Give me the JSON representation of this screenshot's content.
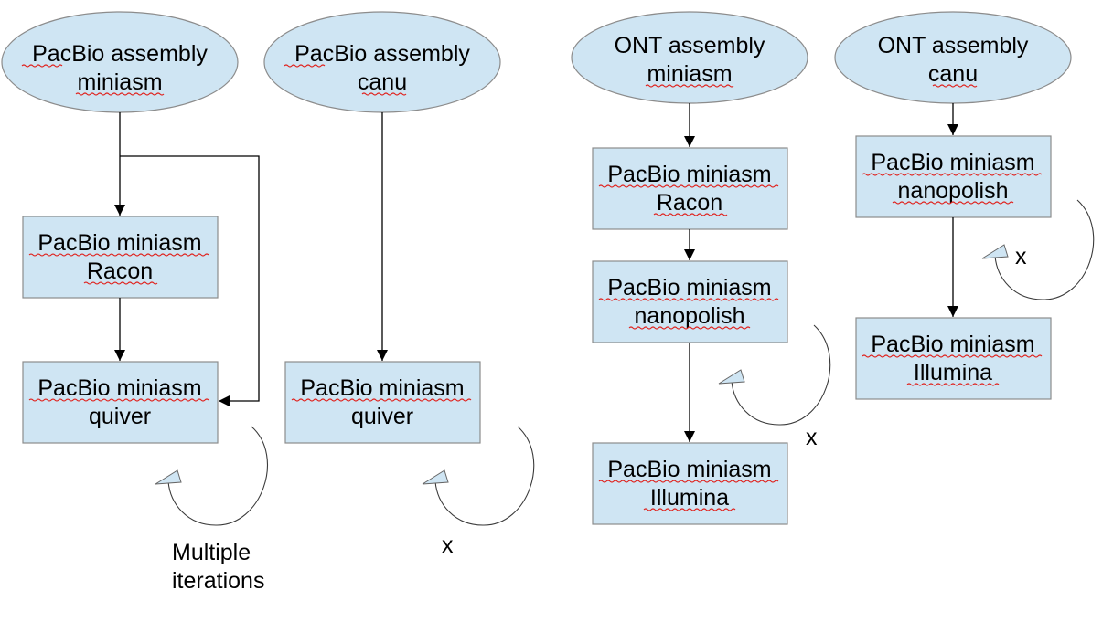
{
  "colors": {
    "node_fill": "#cfe5f3",
    "node_stroke": "#8c8c8c",
    "edge": "#000000",
    "loop_head_fill": "#cfe5f3",
    "spellcheck": "#e0201b"
  },
  "nodes": {
    "pb_mini": {
      "line1": "PacBio assembly",
      "line2": "miniasm"
    },
    "pb_canu": {
      "line1": "PacBio assembly",
      "line2": "canu"
    },
    "ont_mini": {
      "line1": "ONT assembly",
      "line2": "miniasm"
    },
    "ont_canu": {
      "line1": "ONT assembly",
      "line2": "canu"
    },
    "c1_racon": {
      "line1": "PacBio miniasm",
      "line2": "Racon"
    },
    "c1_quiver": {
      "line1": "PacBio miniasm",
      "line2": "quiver"
    },
    "c2_quiver": {
      "line1": "PacBio miniasm",
      "line2": "quiver"
    },
    "c3_racon": {
      "line1": "PacBio miniasm",
      "line2": "Racon"
    },
    "c3_nanopolish": {
      "line1": "PacBio miniasm",
      "line2": "nanopolish"
    },
    "c3_illumina": {
      "line1": "PacBio miniasm",
      "line2": "Illumina"
    },
    "c4_nanopolish": {
      "line1": "PacBio miniasm",
      "line2": "nanopolish"
    },
    "c4_illumina": {
      "line1": "PacBio miniasm",
      "line2": "Illumina"
    }
  },
  "annotations": {
    "c1_loop_line1": "Multiple",
    "c1_loop_line2": "iterations",
    "c2_loop": "x",
    "c3_loop": "x",
    "c4_loop": "x"
  }
}
